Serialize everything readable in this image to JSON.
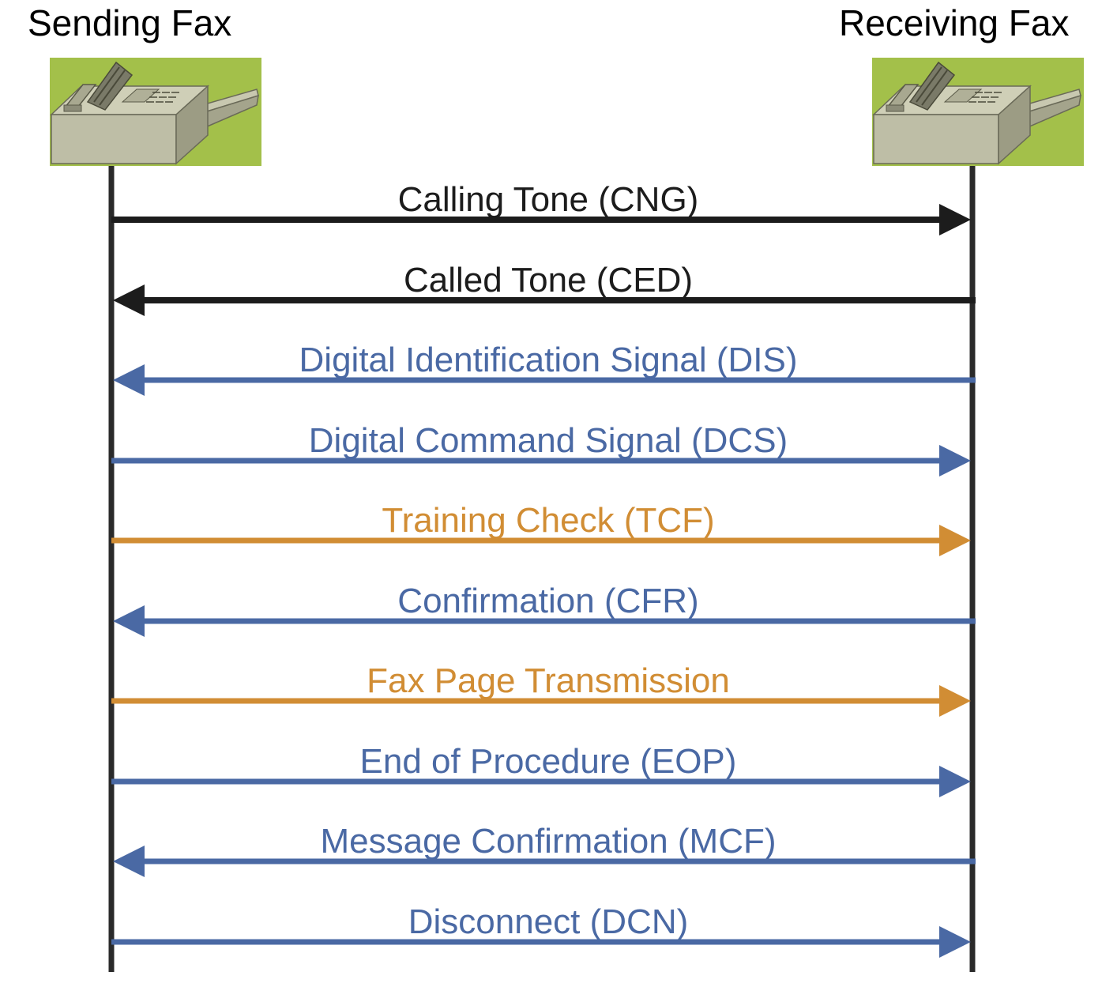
{
  "parties": {
    "sender": "Sending Fax",
    "receiver": "Receiving Fax"
  },
  "colors": {
    "background": "#ffffff",
    "lifeline": "#2a2a2a",
    "tone": "#1c1c1c",
    "control": "#4a69a4",
    "data": "#d18d34",
    "fax_bg": "#a3c04a",
    "fax_body": "#bebea6",
    "fax_dark": "#8c8c78"
  },
  "messages": [
    {
      "label": "Calling Tone (CNG)",
      "direction": "to-receiver",
      "kind": "tone"
    },
    {
      "label": "Called Tone (CED)",
      "direction": "to-sender",
      "kind": "tone"
    },
    {
      "label": "Digital Identification Signal (DIS)",
      "direction": "to-sender",
      "kind": "control"
    },
    {
      "label": "Digital Command Signal (DCS)",
      "direction": "to-receiver",
      "kind": "control"
    },
    {
      "label": "Training Check (TCF)",
      "direction": "to-receiver",
      "kind": "data"
    },
    {
      "label": "Confirmation (CFR)",
      "direction": "to-sender",
      "kind": "control"
    },
    {
      "label": "Fax Page Transmission",
      "direction": "to-receiver",
      "kind": "data"
    },
    {
      "label": "End of Procedure (EOP)",
      "direction": "to-receiver",
      "kind": "control"
    },
    {
      "label": "Message Confirmation (MCF)",
      "direction": "to-sender",
      "kind": "control"
    },
    {
      "label": "Disconnect (DCN)",
      "direction": "to-receiver",
      "kind": "control"
    }
  ]
}
